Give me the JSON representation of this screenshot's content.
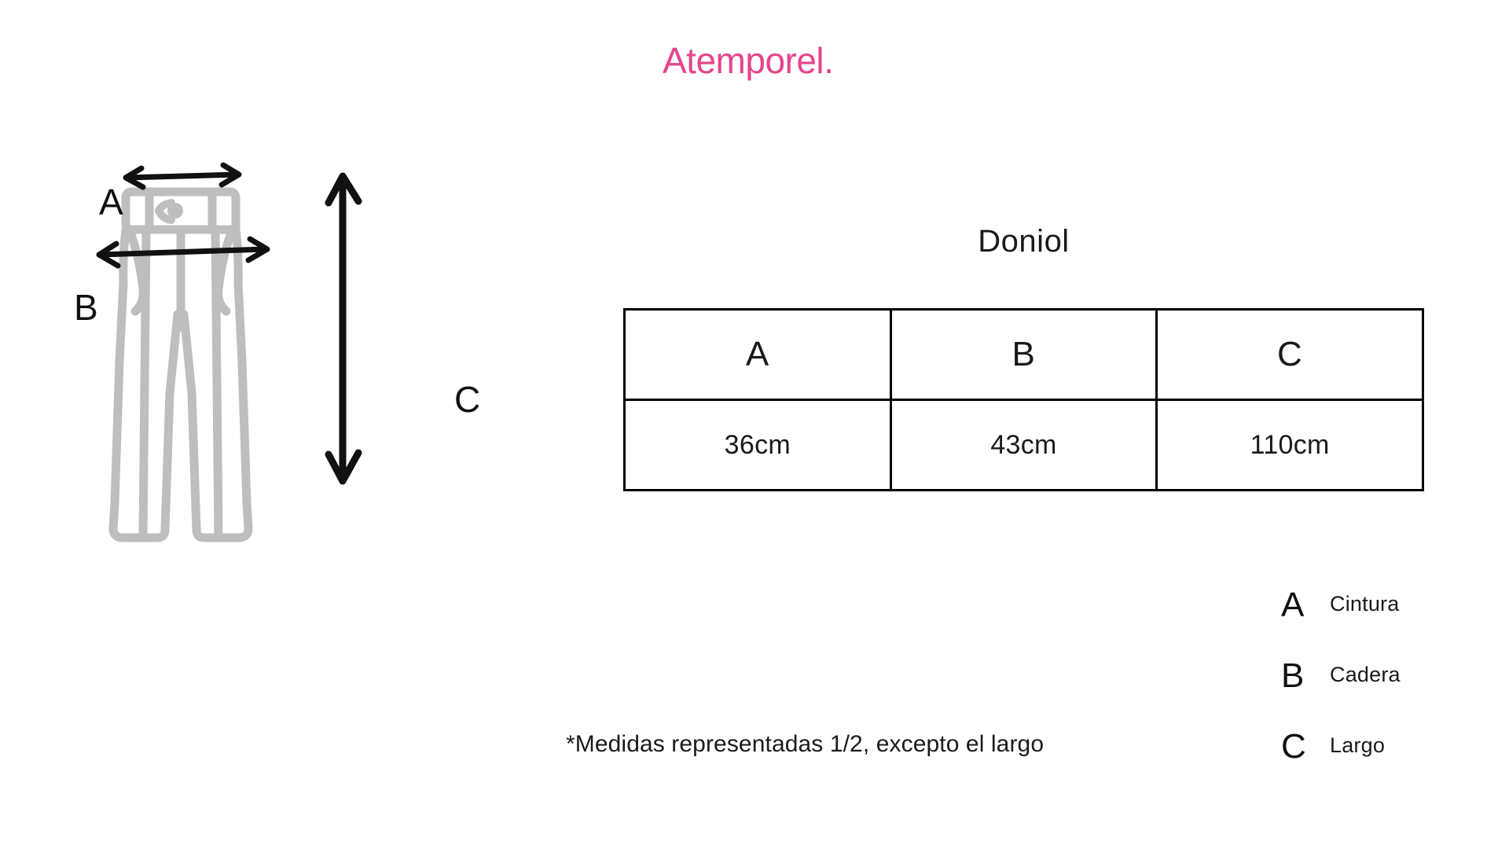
{
  "brand": {
    "name": "Atemporel."
  },
  "product": {
    "title": "Doniol"
  },
  "illustration": {
    "alt": "technical-drawing-trousers",
    "garment_color": "#BEBEBE",
    "arrow_color": "#111111",
    "callouts": [
      {
        "id": "A",
        "label": "A",
        "type": "horizontal-double-arrow",
        "position": "waist"
      },
      {
        "id": "B",
        "label": "B",
        "type": "horizontal-double-arrow",
        "position": "hip"
      },
      {
        "id": "C",
        "label": "C",
        "type": "vertical-double-arrow",
        "position": "length"
      }
    ]
  },
  "table": {
    "headers": [
      "A",
      "B",
      "C"
    ],
    "values": [
      "36cm",
      "43cm",
      "110cm"
    ],
    "border_color": "#000000"
  },
  "legend": {
    "items": [
      {
        "letter": "A",
        "text": "Cintura"
      },
      {
        "letter": "B",
        "text": "Cadera"
      },
      {
        "letter": "C",
        "text": "Largo"
      }
    ]
  },
  "footnote": {
    "text": "*Medidas representadas 1/2, excepto el largo"
  },
  "colors": {
    "brand_pink": "#E6448C",
    "garment_gray": "#BEBEBE",
    "ink": "#111111",
    "background": "#FFFFFF"
  }
}
